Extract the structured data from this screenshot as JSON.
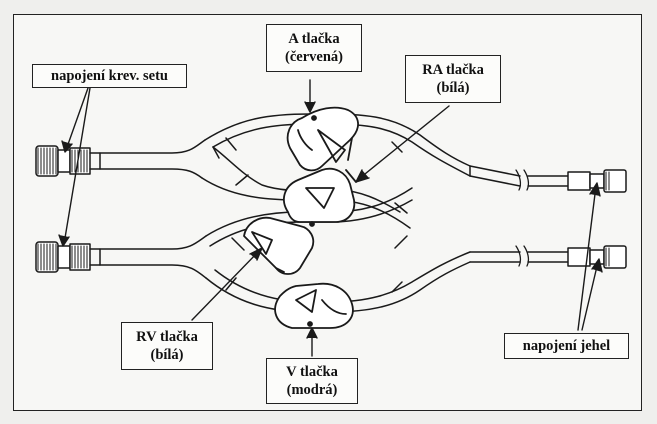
{
  "labels": {
    "a_clamp": {
      "line1": "A tlačka",
      "line2": "(červená)"
    },
    "ra_clamp": {
      "line1": "RA tlačka",
      "line2": "(bílá)"
    },
    "rv_clamp": {
      "line1": "RV tlačka",
      "line2": "(bílá)"
    },
    "v_clamp": {
      "line1": "V tlačka",
      "line2": "(modrá)"
    },
    "blood_set_connection": "napojení krev. setu",
    "needle_connection": "napojení jehel"
  },
  "colors": {
    "line": "#1a1a1a",
    "background": "#f7f7f5"
  }
}
